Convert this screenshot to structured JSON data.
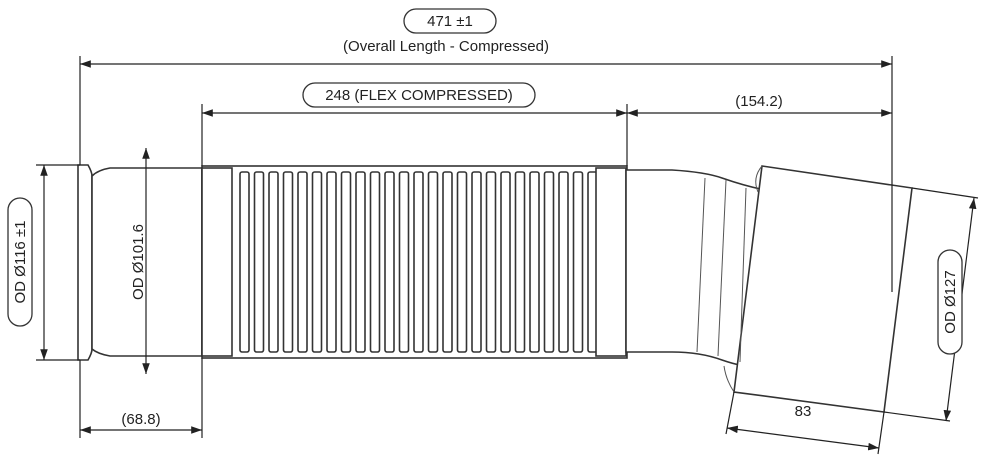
{
  "dimensions": {
    "overall": {
      "value": "471 ±1",
      "note": "(Overall Length - Compressed)"
    },
    "flex": {
      "value": "248 (FLEX COMPRESSED)"
    },
    "outlet_length": {
      "value": "(154.2)"
    },
    "inlet_length": {
      "value": "(68.8)"
    },
    "outlet_socket": {
      "value": "83"
    },
    "od_inlet": {
      "value": "OD Ø116 ±1"
    },
    "id_inlet": {
      "value": "OD Ø101.6"
    },
    "od_outlet": {
      "value": "OD Ø127"
    }
  },
  "colors": {
    "line": "#222222",
    "background": "#ffffff"
  }
}
